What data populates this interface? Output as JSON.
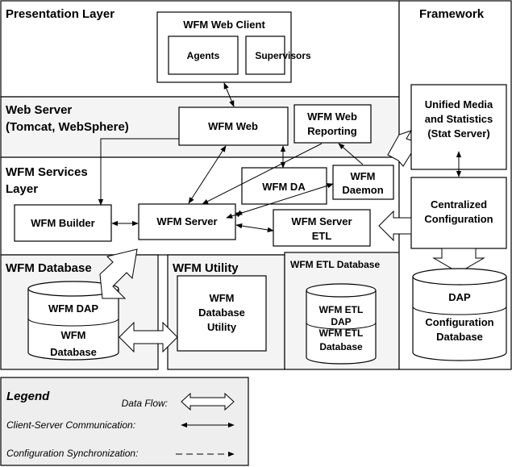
{
  "layers": {
    "presentation": "Presentation Layer",
    "web_server_1": "Web Server",
    "web_server_2": "(Tomcat, WebSphere)",
    "services_1": "WFM Services",
    "services_2": "Layer",
    "database": "WFM Database",
    "utility": "WFM Utility",
    "etl_database": "WFM ETL Database",
    "framework": "Framework"
  },
  "components": {
    "web_client": "WFM Web Client",
    "agents": "Agents",
    "supervisors": "Supervisors",
    "wfm_web": "WFM Web",
    "web_reporting_1": "WFM Web",
    "web_reporting_2": "Reporting",
    "wfm_da": "WFM DA",
    "daemon_1": "WFM",
    "daemon_2": "Daemon",
    "builder": "WFM Builder",
    "server": "WFM Server",
    "server_etl_1": "WFM Server",
    "server_etl_2": "ETL",
    "db_dap": "WFM DAP",
    "db_1": "WFM",
    "db_2": "Database",
    "util_1": "WFM",
    "util_2": "Database",
    "util_3": "Utility",
    "etl_dap_1": "WFM ETL",
    "etl_dap_2": "DAP",
    "etl_db_1": "WFM ETL",
    "etl_db_2": "Database",
    "ums_1": "Unified Media",
    "ums_2": "and Statistics",
    "ums_3": "(Stat Server)",
    "cc_1": "Centralized",
    "cc_2": "Configuration",
    "cfg_dap": "DAP",
    "cfg_db_1": "Configuration",
    "cfg_db_2": "Database"
  },
  "legend": {
    "title": "Legend",
    "data_flow": "Data Flow:",
    "client_server": "Client-Server Communication:",
    "config_sync": "Configuration Synchronization:"
  },
  "colors": {
    "band_fill": "#f4f4f4",
    "legend_fill": "#eeeeee"
  }
}
